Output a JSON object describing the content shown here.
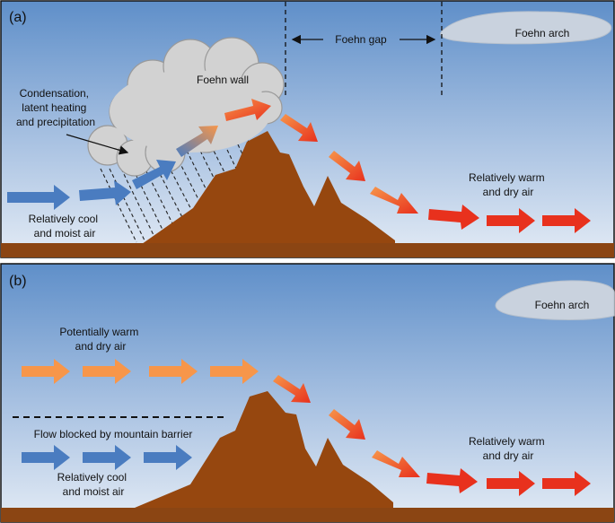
{
  "panel_a": {
    "tag": "(a)",
    "foehn_gap_label": "Foehn gap",
    "foehn_arch_label": "Foehn arch",
    "foehn_wall_label": "Foehn wall",
    "condensation_lines": [
      "Condensation,",
      "latent heating",
      "and precipitation"
    ],
    "cool_air_lines": [
      "Relatively cool",
      "and moist air"
    ],
    "warm_air_lines": [
      "Relatively warm",
      "and dry air"
    ]
  },
  "panel_b": {
    "tag": "(b)",
    "foehn_arch_label": "Foehn arch",
    "potential_warm_lines": [
      "Potentially warm",
      "and dry air"
    ],
    "blocked_label": "Flow blocked by mountain barrier",
    "cool_air_lines": [
      "Relatively cool",
      "and moist air"
    ],
    "warm_air_lines": [
      "Relatively warm",
      "and dry air"
    ]
  },
  "colors": {
    "sky_top": "#5f8fc9",
    "sky_bottom": "#e3ebf5",
    "ground": "#8b4513",
    "mountain": "#96470f",
    "cloud": "#d2d2d2",
    "cool_arrow": "#4a7cc0",
    "orange_arrow": "#f7964a",
    "red_arrow": "#e8311d",
    "arch": "#c9d2de"
  }
}
